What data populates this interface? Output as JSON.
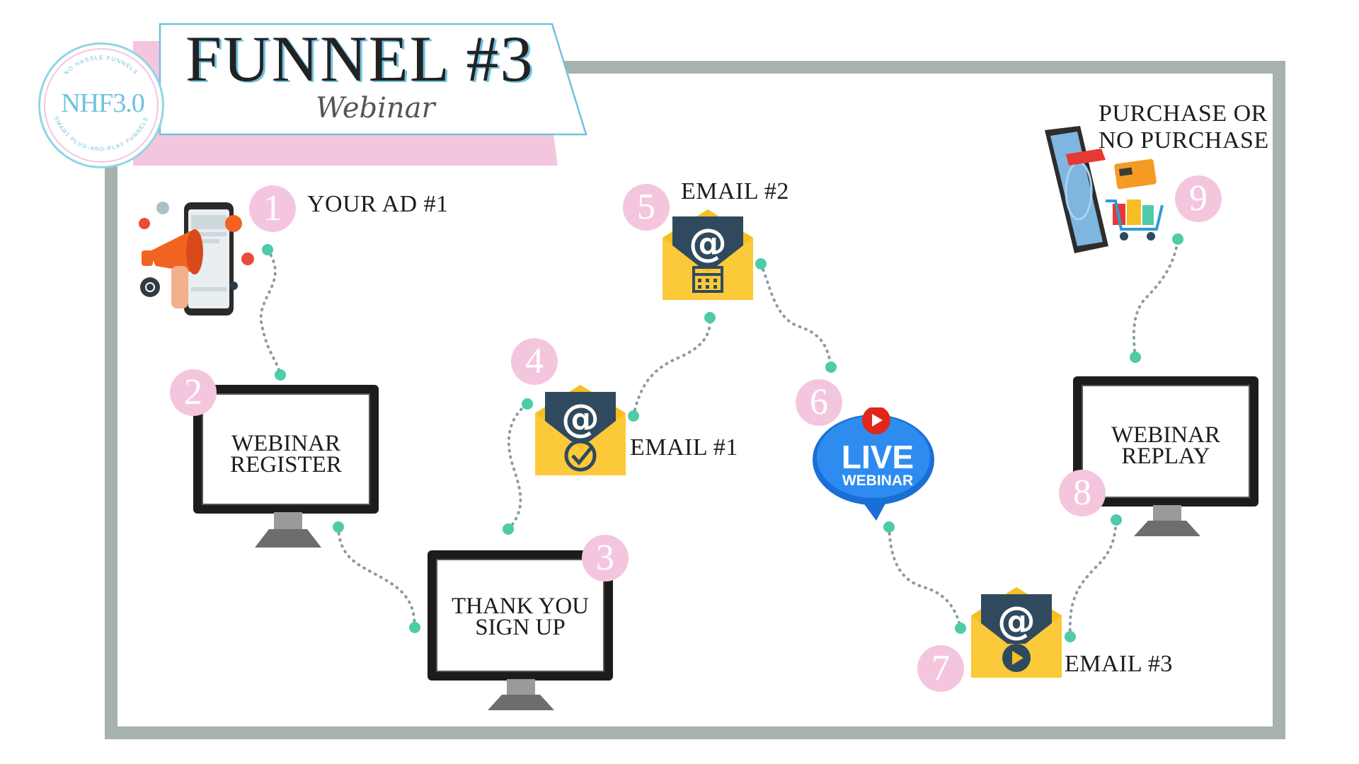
{
  "header": {
    "title": "FUNNEL #3",
    "subtitle": "Webinar"
  },
  "logo": {
    "text": "NHF3.0",
    "ring_top": "NO HASSLE FUNNELS",
    "ring_bottom": "SMART PLUG-AND-PLAY FUNNELS"
  },
  "colors": {
    "pink": "#f4c6de",
    "teal_dot": "#4ecba8",
    "dotted_line": "#8a9ba5",
    "frame": "#a7b1ae",
    "accent_blue": "#6ec3df",
    "envelope": "#f6be23",
    "envelope_letter": "#2f4a5e"
  },
  "steps": [
    {
      "number": "1",
      "label": "YOUR AD #1",
      "icon": "megaphone-phone-icon"
    },
    {
      "number": "2",
      "label": "WEBINAR REGISTER",
      "icon": "monitor-icon"
    },
    {
      "number": "3",
      "label": "THANK YOU SIGN UP",
      "icon": "monitor-icon"
    },
    {
      "number": "4",
      "label": "EMAIL #1",
      "icon": "email-check-icon"
    },
    {
      "number": "5",
      "label": "EMAIL #2",
      "icon": "email-calendar-icon"
    },
    {
      "number": "6",
      "label": "LIVE WEBINAR",
      "icon": "live-webinar-bubble-icon"
    },
    {
      "number": "7",
      "label": "EMAIL #3",
      "icon": "email-play-icon"
    },
    {
      "number": "8",
      "label": "WEBINAR REPLAY",
      "icon": "monitor-icon"
    },
    {
      "number": "9",
      "label": "PURCHASE OR NO PURCHASE",
      "icon": "shopping-tablet-icon"
    }
  ],
  "monitor_labels": {
    "register_line1": "WEBINAR",
    "register_line2": "REGISTER",
    "thankyou_line1": "THANK YOU",
    "thankyou_line2": "SIGN UP",
    "replay_line1": "WEBINAR",
    "replay_line2": "REPLAY"
  },
  "live_badge": {
    "line1": "LIVE",
    "line2": "WEBINAR"
  },
  "purchase_label": {
    "line1": "PURCHASE OR",
    "line2": "NO PURCHASE"
  }
}
